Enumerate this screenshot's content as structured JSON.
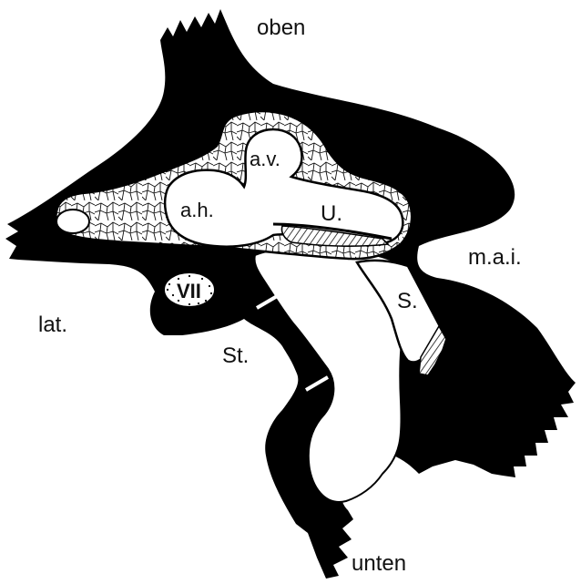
{
  "diagram": {
    "orientation": {
      "top": "oben",
      "bottom": "unten",
      "left": "lat.",
      "right": "m.a.i."
    },
    "structures": {
      "anterior_vertical_canal": "a.v.",
      "posterior_horizontal_canal": "a.h.",
      "utricle": "U.",
      "saccule": "S.",
      "stapes": "St.",
      "facial_nerve": "VII"
    },
    "colors": {
      "bone": "#000000",
      "cavity": "#ffffff",
      "outline": "#000000"
    }
  }
}
